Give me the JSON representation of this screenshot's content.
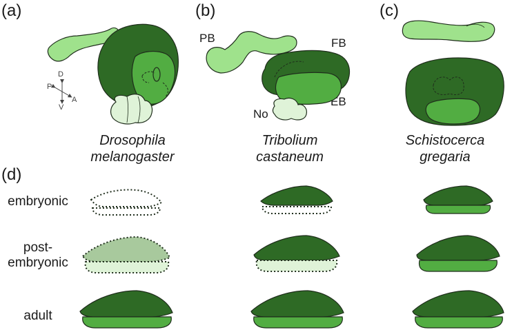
{
  "panels": {
    "a": "(a)",
    "b": "(b)",
    "c": "(c)",
    "d": "(d)"
  },
  "species": {
    "a_line1": "Drosophila",
    "a_line2": "melanogaster",
    "b_line1": "Tribolium",
    "b_line2": "castaneum",
    "c_line1": "Schistocerca",
    "c_line2": "gregaria"
  },
  "regions": {
    "pb": "PB",
    "fb": "FB",
    "eb": "EB",
    "no": "No"
  },
  "axes": {
    "d": "D",
    "p": "P",
    "a": "A",
    "v": "V"
  },
  "stages": {
    "embryonic": "embryonic",
    "post_line1": "post-",
    "post_line2": "embryonic",
    "adult": "adult"
  },
  "colors": {
    "dark_green": "#2e6a25",
    "mid_green": "#52ad42",
    "light_green": "#9fe28c",
    "pale_green": "#dff3d8",
    "faded_green": "#a8c99d",
    "outline": "#1f2d1c"
  }
}
